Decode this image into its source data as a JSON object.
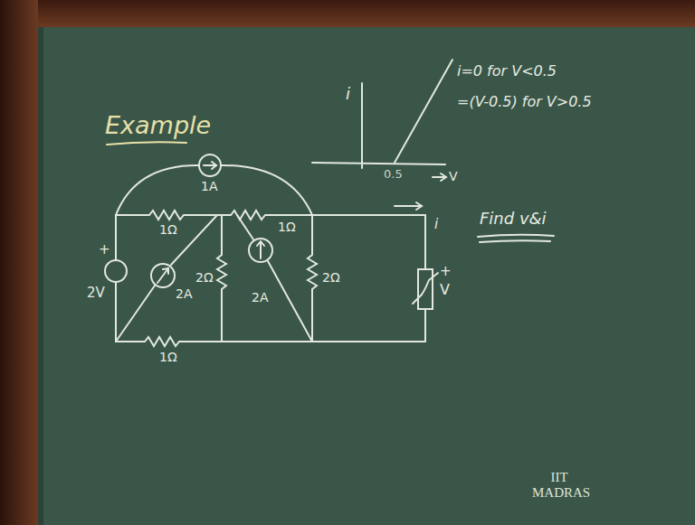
{
  "diagram": {
    "labels": [
      "Example",
      "i",
      "i=0 for V<0.5",
      "=(V-0.5) for V>0.5",
      "0.5",
      "V",
      "1A",
      "1Ω",
      "1Ω",
      "+",
      "2V",
      "2A",
      "2Ω",
      "2A",
      "2Ω",
      "1Ω",
      "i",
      "+",
      "V",
      "Find v&i",
      "IIT MADRAS"
    ]
  }
}
